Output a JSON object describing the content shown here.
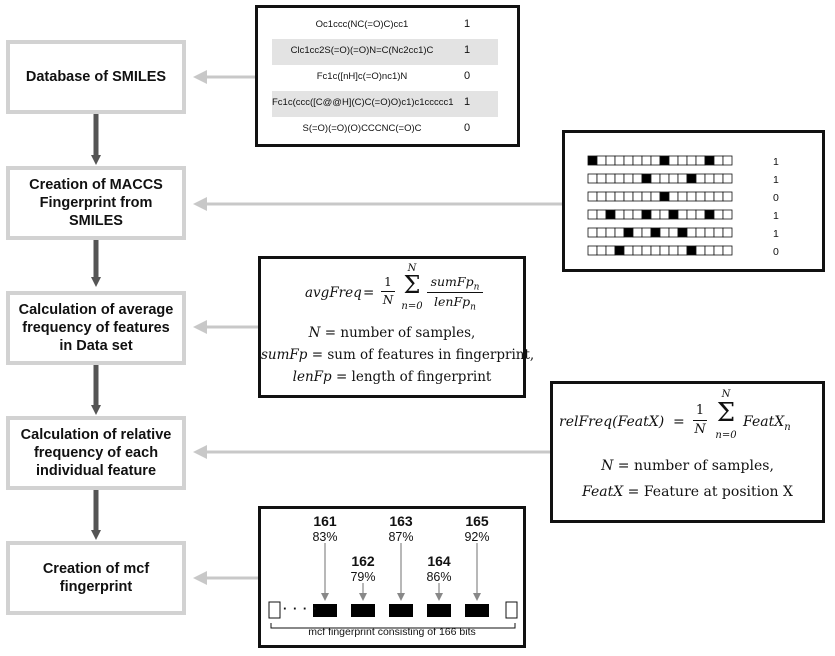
{
  "steps": [
    "Database of SMILES",
    "Creation of MACCS Fingerprint from SMILES",
    "Calculation of average frequency of features in Data set",
    "Calculation of relative frequency of each individual feature",
    "Creation of mcf fingerprint"
  ],
  "smiles": [
    {
      "smiles": "Oc1ccc(NC(=O)C)cc1",
      "label": "1",
      "shaded": false
    },
    {
      "smiles": "Clc1cc2S(=O)(=O)N=C(Nc2cc1)C",
      "label": "1",
      "shaded": true
    },
    {
      "smiles": "Fc1c([nH]c(=O)nc1)N",
      "label": "0",
      "shaded": false
    },
    {
      "smiles": "Fc1c(ccc([C@@H](C)C(=O)O)c1)c1ccccc1",
      "label": "1",
      "shaded": true
    },
    {
      "smiles": "S(=O)(=O)(O)CCCNC(=O)C",
      "label": "0",
      "shaded": false
    }
  ],
  "fingerprints": [
    {
      "filled": [
        0,
        8,
        13
      ],
      "label": "1"
    },
    {
      "filled": [
        6,
        11
      ],
      "label": "1"
    },
    {
      "filled": [
        8
      ],
      "label": "0"
    },
    {
      "filled": [
        2,
        6,
        9,
        13
      ],
      "label": "1"
    },
    {
      "filled": [
        4,
        7,
        10
      ],
      "label": "1"
    },
    {
      "filled": [
        3,
        11
      ],
      "label": "0"
    }
  ],
  "avg_freq": {
    "lhs": "avgFreq",
    "equals": "=",
    "frac_num": "1",
    "frac_den": "N",
    "sum_top": "N",
    "sum_bottom": "n=0",
    "term_num": "sumFp",
    "term_num_sub": "n",
    "term_den": "lenFp",
    "term_den_sub": "n",
    "def1_sym": "N",
    "def1_text": " = number of samples,",
    "def2_sym": "sumFp",
    "def2_text": " = sum of features in fingerprint,",
    "def3_sym": "lenFp",
    "def3_text": " = length of fingerprint"
  },
  "rel_freq": {
    "lhs": "relFreq(FeatX)",
    "equals": "=",
    "frac_num": "1",
    "frac_den": "N",
    "sum_top": "N",
    "sum_bottom": "n=0",
    "term": "FeatX",
    "term_sub": "n",
    "def1_sym": "N",
    "def1_text": " = number of samples,",
    "def2_sym": "FeatX",
    "def2_text": " = Feature at position X"
  },
  "mcf": {
    "bits": [
      {
        "id": "161",
        "pct": "83%"
      },
      {
        "id": "162",
        "pct": "79%"
      },
      {
        "id": "163",
        "pct": "87%"
      },
      {
        "id": "164",
        "pct": "86%"
      },
      {
        "id": "165",
        "pct": "92%"
      }
    ],
    "ellipsis": "· · · ·",
    "caption": "mcf fingerprint consisting of 166 bits"
  },
  "colors": {
    "step_border": "#d2d2d2",
    "arrow_dark": "#555555",
    "arrow_light": "#c8c8c8",
    "panel_border": "#111111"
  }
}
